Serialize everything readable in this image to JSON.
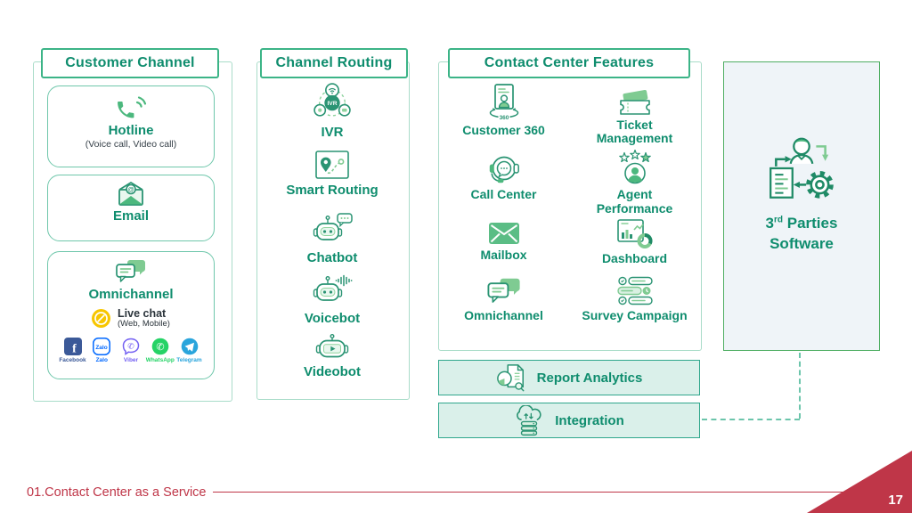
{
  "customer_channel": {
    "title": "Customer Channel",
    "hotline": {
      "label": "Hotline",
      "sub": "(Voice call, Video call)"
    },
    "email": {
      "label": "Email"
    },
    "omnichannel": {
      "label": "Omnichannel",
      "live_chat": {
        "label": "Live chat",
        "sub": "(Web, Mobile)"
      },
      "social": [
        {
          "name": "Facebook"
        },
        {
          "name": "Zalo"
        },
        {
          "name": "Viber"
        },
        {
          "name": "WhatsApp"
        },
        {
          "name": "Telegram"
        }
      ]
    }
  },
  "channel_routing": {
    "title": "Channel Routing",
    "items": [
      {
        "label": "IVR"
      },
      {
        "label": "Smart Routing"
      },
      {
        "label": "Chatbot"
      },
      {
        "label": "Voicebot"
      },
      {
        "label": "Videobot"
      }
    ]
  },
  "contact_center_features": {
    "title": "Contact Center Features",
    "features": [
      {
        "label": "Customer 360"
      },
      {
        "label": "Ticket Management"
      },
      {
        "label": "Call Center"
      },
      {
        "label": "Agent Performance"
      },
      {
        "label": "Mailbox"
      },
      {
        "label": "Dashboard"
      },
      {
        "label": "Omnichannel"
      },
      {
        "label": "Survey Campaign"
      }
    ],
    "report_analytics_label": "Report Analytics",
    "integration_label": "Integration"
  },
  "third_parties": {
    "number": "3",
    "ordinal": "rd",
    "line1_rest": " Parties",
    "line2": "Software"
  },
  "footer": {
    "label": "01.Contact Center as a Service",
    "page_number": "17"
  },
  "icon_glyphs": {
    "ivr": "IVR",
    "customer360": "360",
    "email_at": "@",
    "facebook": "f",
    "zalo": "Zalo",
    "viber": "✆",
    "whatsapp": "✆"
  },
  "colors": {
    "teal_text": "#0f8d6e",
    "header_border": "#3cb487",
    "box_border": "#a9dcc9",
    "card_border": "#6fc7ab",
    "icon_stroke": "#2a9473",
    "icon_mid_green": "#4cb87e",
    "icon_light_green": "#7fcb92",
    "bar_fill": "#daf0ea",
    "bar_border": "#2fa78c",
    "panel_fill": "#eff4f8",
    "panel_border": "#4fae63",
    "accent_red": "#bf3648",
    "live_chat_yellow": "#f7c600"
  }
}
